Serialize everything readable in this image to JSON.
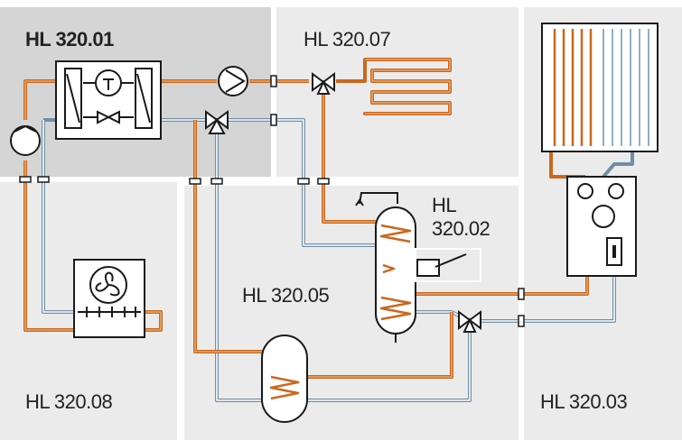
{
  "modules": [
    {
      "id": "hl32001",
      "label": "HL 320.01",
      "bold": true
    },
    {
      "id": "hl32007",
      "label": "HL 320.07",
      "bold": false
    },
    {
      "id": "hl32002",
      "label_lines": [
        "HL",
        "320.02"
      ],
      "bold": false
    },
    {
      "id": "hl32005",
      "label": "HL 320.05",
      "bold": false
    },
    {
      "id": "hl32008",
      "label": "HL 320.08",
      "bold": false
    },
    {
      "id": "hl32003",
      "label": "HL 320.03",
      "bold": false
    }
  ],
  "colors": {
    "panel_light": "#ebebeb",
    "panel_dark": "#d5d5d5",
    "pipe_hot": "#c9681e",
    "pipe_cold": "#6f8fa8",
    "stroke": "#1a1a1a"
  },
  "components": [
    {
      "name": "heat-pump-unit",
      "module": "HL 320.01"
    },
    {
      "name": "circulation-pump",
      "module": "HL 320.01"
    },
    {
      "name": "three-way-valve",
      "module": "HL 320.01"
    },
    {
      "name": "floor-heating-coil",
      "module": "HL 320.07"
    },
    {
      "name": "three-way-valve",
      "module": "HL 320.07"
    },
    {
      "name": "storage-tank",
      "module": "HL 320.02"
    },
    {
      "name": "buffer-tank",
      "module": "HL 320.05"
    },
    {
      "name": "outdoor-fan-unit",
      "module": "HL 320.08"
    },
    {
      "name": "solar-collector",
      "module": "HL 320.03"
    },
    {
      "name": "solar-station",
      "module": "HL 320.03"
    }
  ]
}
